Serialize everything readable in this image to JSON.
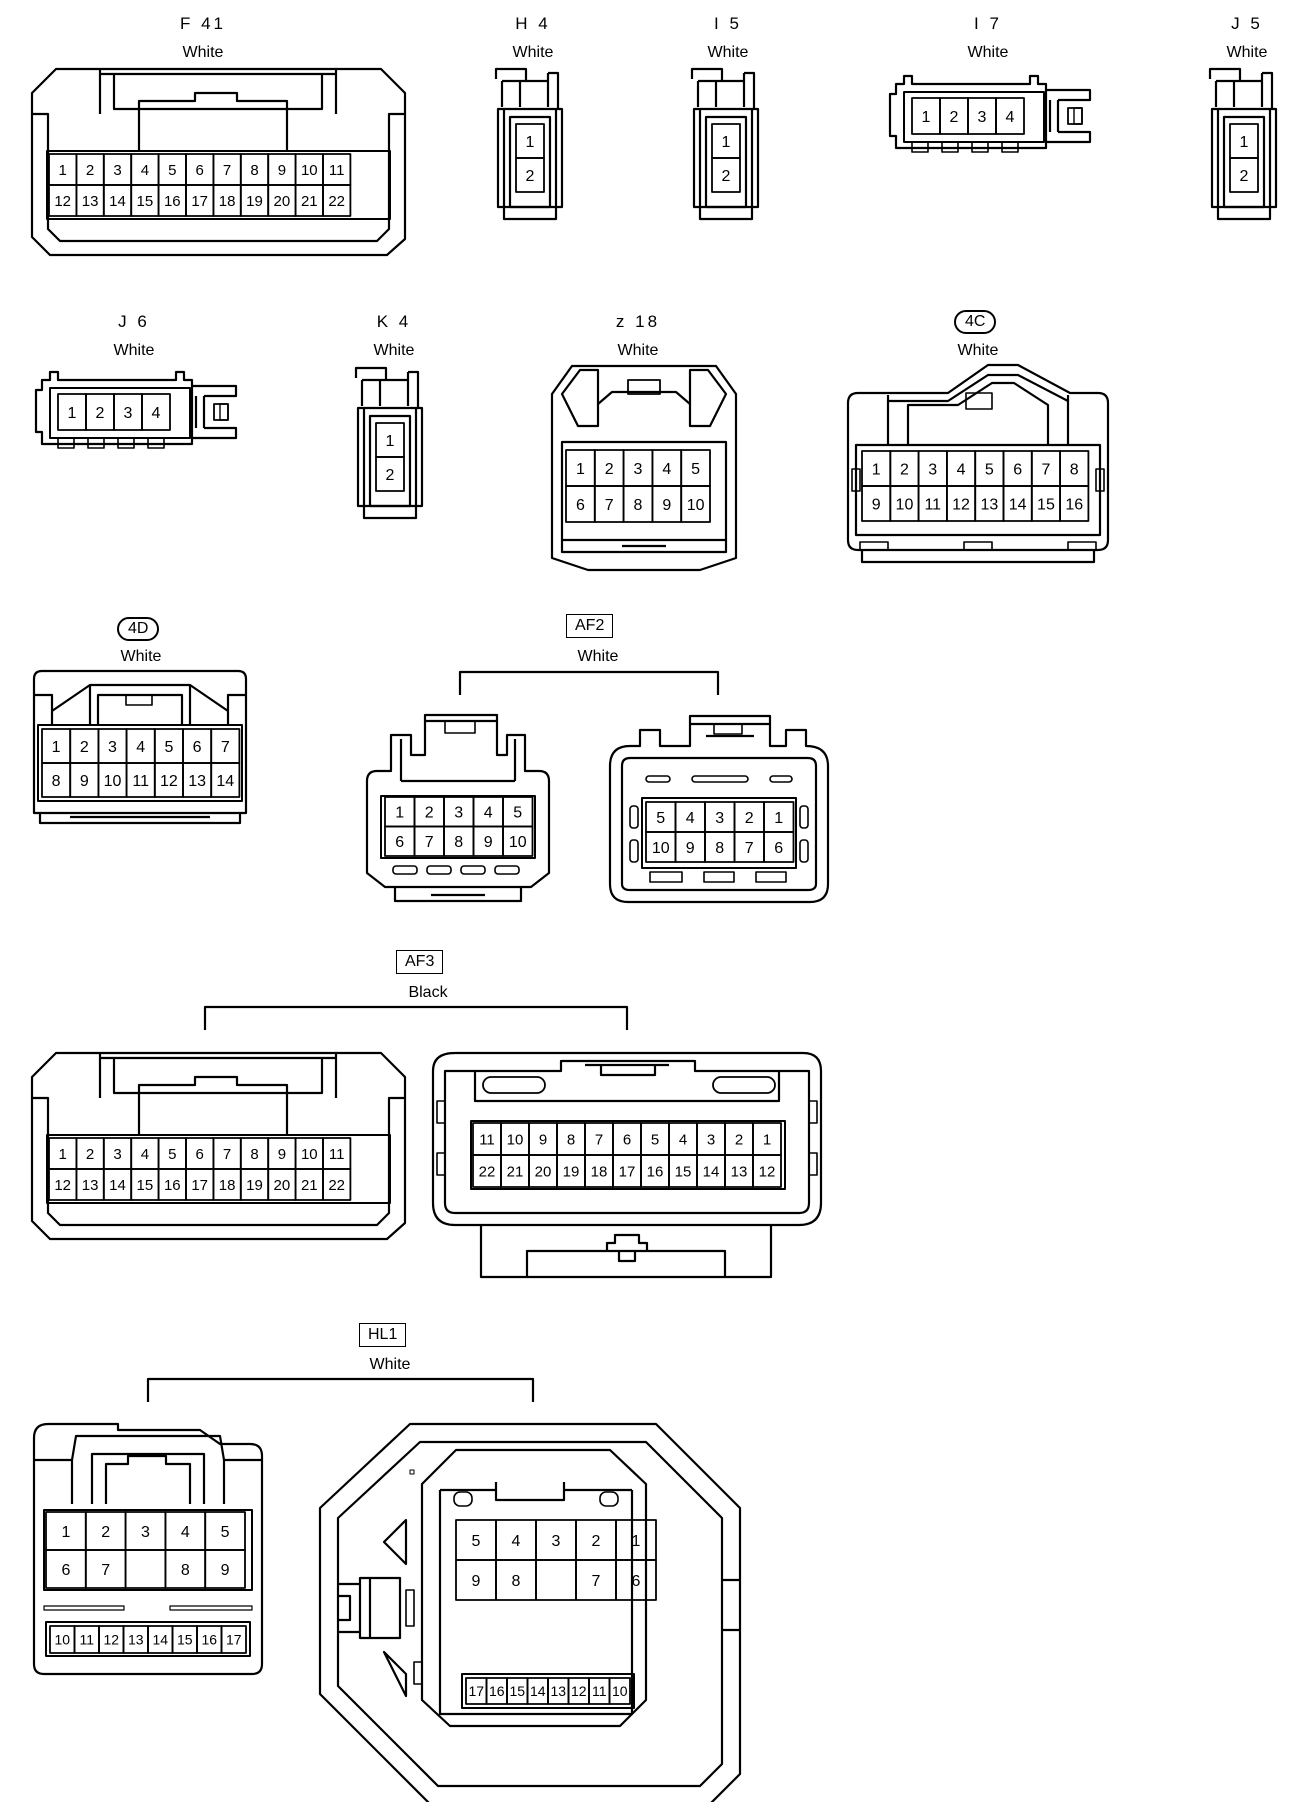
{
  "connectors": [
    {
      "id": "F41",
      "code": "F 41",
      "color": "White",
      "label_style": "plain",
      "pins": [
        "1",
        "2",
        "3",
        "4",
        "5",
        "6",
        "7",
        "8",
        "9",
        "10",
        "11",
        "12",
        "13",
        "14",
        "15",
        "16",
        "17",
        "18",
        "19",
        "20",
        "21",
        "22"
      ]
    },
    {
      "id": "H4",
      "code": "H 4",
      "color": "White",
      "label_style": "plain",
      "pins": [
        "1",
        "2"
      ]
    },
    {
      "id": "I5",
      "code": "I 5",
      "color": "White",
      "label_style": "plain",
      "pins": [
        "1",
        "2"
      ]
    },
    {
      "id": "I7",
      "code": "I 7",
      "color": "White",
      "label_style": "plain",
      "pins": [
        "1",
        "2",
        "3",
        "4"
      ]
    },
    {
      "id": "J5",
      "code": "J 5",
      "color": "White",
      "label_style": "plain",
      "pins": [
        "1",
        "2"
      ]
    },
    {
      "id": "J6",
      "code": "J 6",
      "color": "White",
      "label_style": "plain",
      "pins": [
        "1",
        "2",
        "3",
        "4"
      ]
    },
    {
      "id": "K4",
      "code": "K 4",
      "color": "White",
      "label_style": "plain",
      "pins": [
        "1",
        "2"
      ]
    },
    {
      "id": "z18",
      "code": "z 18",
      "color": "White",
      "label_style": "plain",
      "pins": [
        "1",
        "2",
        "3",
        "4",
        "5",
        "6",
        "7",
        "8",
        "9",
        "10"
      ]
    },
    {
      "id": "4C",
      "code": "4C",
      "color": "White",
      "label_style": "pill",
      "pins": [
        "1",
        "2",
        "3",
        "4",
        "5",
        "6",
        "7",
        "8",
        "9",
        "10",
        "11",
        "12",
        "13",
        "14",
        "15",
        "16"
      ]
    },
    {
      "id": "4D",
      "code": "4D",
      "color": "White",
      "label_style": "pill",
      "pins": [
        "1",
        "2",
        "3",
        "4",
        "5",
        "6",
        "7",
        "8",
        "9",
        "10",
        "11",
        "12",
        "13",
        "14"
      ]
    },
    {
      "id": "AF2",
      "code": "AF2",
      "color": "White",
      "label_style": "box",
      "pins": [
        "1",
        "2",
        "3",
        "4",
        "5",
        "6",
        "7",
        "8",
        "9",
        "10"
      ]
    },
    {
      "id": "AF3",
      "code": "AF3",
      "color": "Black",
      "label_style": "box",
      "pins": [
        "1",
        "2",
        "3",
        "4",
        "5",
        "6",
        "7",
        "8",
        "9",
        "10",
        "11",
        "12",
        "13",
        "14",
        "15",
        "16",
        "17",
        "18",
        "19",
        "20",
        "21",
        "22"
      ]
    },
    {
      "id": "HL1",
      "code": "HL1",
      "color": "White",
      "label_style": "box",
      "pins": [
        "1",
        "2",
        "3",
        "4",
        "5",
        "6",
        "7",
        "8",
        "9",
        "10",
        "11",
        "12",
        "13",
        "14",
        "15",
        "16",
        "17"
      ]
    }
  ]
}
